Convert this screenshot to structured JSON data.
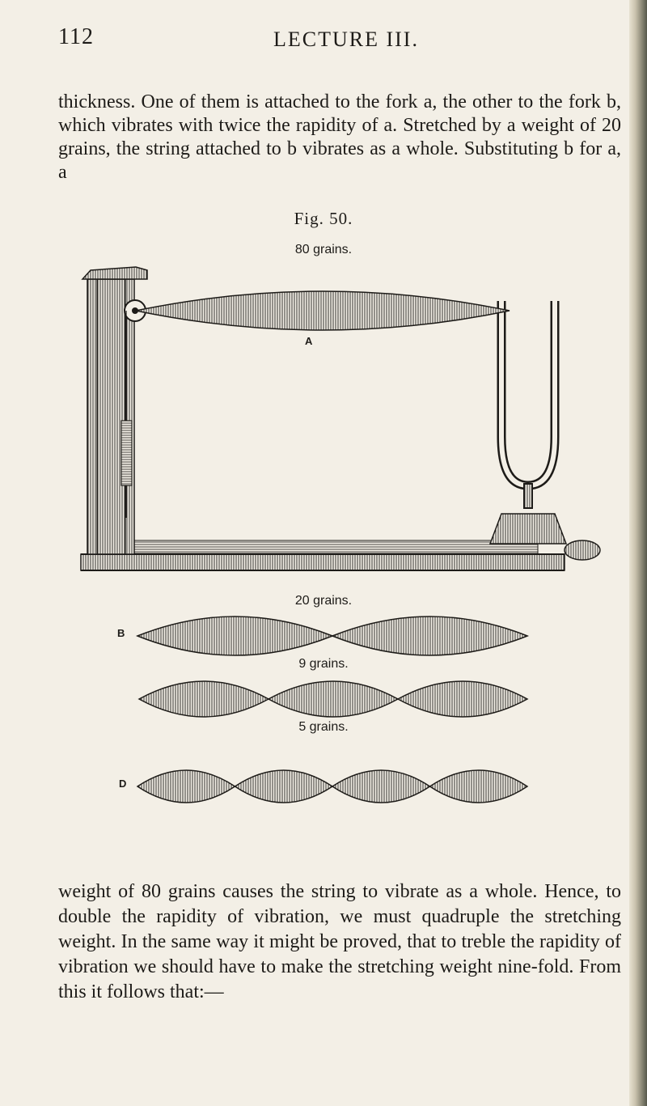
{
  "page": {
    "page_number": "112",
    "running_head": "LECTURE III."
  },
  "paragraphs": [
    "thickness. One of them is attached to the fork a, the other to the fork b, which vibrates with twice the rapidity of a. Stretched by a weight of 20 grains, the string attached to b vibrates as a whole. Substituting b for a, a",
    "weight of 80 grains causes the string to vibrate as a whole. Hence, to double the rapidity of vibration, we must quadruple the stretching weight. In the same way it might be proved, that to treble the rapidity of vibration we should have to make the stretching weight nine-fold. From this it follows that:—"
  ],
  "figure": {
    "title": "Fig. 50.",
    "labels": {
      "weight_80": "80 grains.",
      "weight_20": "20 grains.",
      "weight_9": "9 grains.",
      "weight_5": "5 grains."
    },
    "letters": {
      "a": "A",
      "b": "B",
      "d": "D"
    },
    "string_segments": {
      "weight_80": 1,
      "weight_20": 2,
      "weight_9": 3,
      "weight_5": 4
    }
  }
}
